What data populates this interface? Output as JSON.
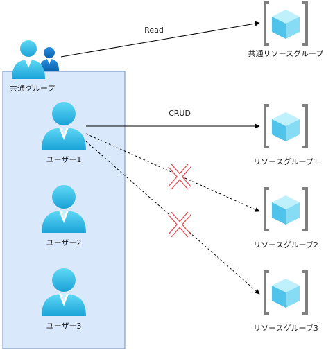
{
  "group": {
    "label": "共通グループ"
  },
  "users": [
    {
      "label": "ユーザー1"
    },
    {
      "label": "ユーザー2"
    },
    {
      "label": "ユーザー3"
    }
  ],
  "resource_groups": [
    {
      "label": "共通リソースグループ"
    },
    {
      "label": "リソースグループ1"
    },
    {
      "label": "リソースグループ2"
    },
    {
      "label": "リソースグループ3"
    }
  ],
  "edges": [
    {
      "label": "Read",
      "style": "solid"
    },
    {
      "label": "CRUD",
      "style": "solid"
    },
    {
      "label": "",
      "style": "dashed",
      "denied": true
    },
    {
      "label": "",
      "style": "dashed",
      "denied": true
    }
  ],
  "colors": {
    "group_fill": "#dae8fc",
    "group_border": "#6c8ebf",
    "user_light": "#40c9ef",
    "user_dark": "#0d7fcc",
    "cube_top": "#bff1fc",
    "cube_left": "#4fc3e9",
    "cube_right": "#85dcf4",
    "bracket": "#7f7f7f",
    "deny": "#e0454b"
  }
}
